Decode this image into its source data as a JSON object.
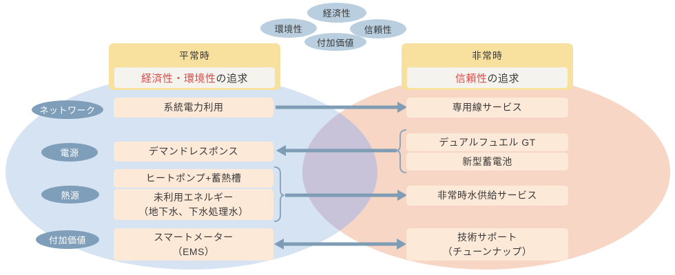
{
  "title_bubbles": {
    "economy": "経済性",
    "environment": "環境性",
    "reliability": "信頼性",
    "added_value": "付加価値"
  },
  "categories": {
    "network": "ネットワーク",
    "power": "電源",
    "heat": "熱源",
    "added_value": "付加価値"
  },
  "normal": {
    "title": "平常時",
    "goal": {
      "highlight": "経済性・環境性",
      "suffix": "の追求"
    },
    "network_item": "系統電力利用",
    "power_item": "デマンドレスポンス",
    "heat_item_1": "ヒートポンプ+蓄熱槽",
    "heat_item_2": "未利用エネルギー\n（地下水、下水処理水）",
    "value_item": "スマートメーター\n（EMS）"
  },
  "emergency": {
    "title": "非常時",
    "goal": {
      "highlight": "信頼性",
      "suffix": "の追求"
    },
    "network_item": "専用線サービス",
    "power_item_1": "デュアルフュエル GT",
    "power_item_2": "新型蓄電池",
    "heat_item": "非常時水供給サービス",
    "value_item": "技術サポート\n（チューンナップ）"
  },
  "colors": {
    "normal_ellipse": "#d5e3f2",
    "emergency_ellipse": "#f8d6c6",
    "overlap_lens": "#c9c3d9",
    "header_yellow": "#f8e19e",
    "header_goal_bg": "#f5f3ee",
    "highlight_red": "#d84c4c",
    "item_box_bg": "#fce9d8",
    "category_pill": "#7e9eba",
    "concept_bubble": "#b9cfdf",
    "arrow": "#7f9cb5",
    "text": "#3b3b3b"
  }
}
